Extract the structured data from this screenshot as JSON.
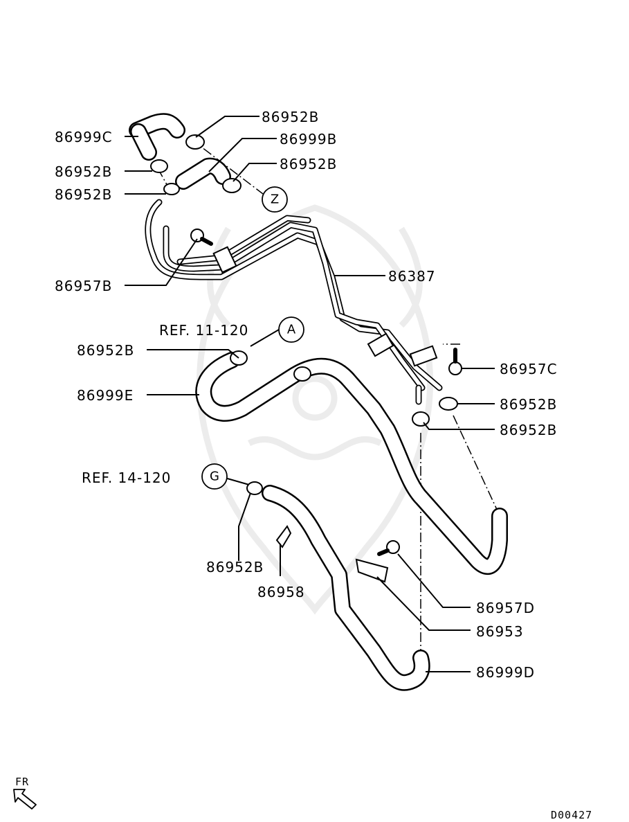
{
  "diagram_code": "D00427",
  "direction_indicator": "FR",
  "ref_labels": [
    {
      "id": "ref-a",
      "text": "REF. 11-120",
      "circle_letter": "A"
    },
    {
      "id": "ref-g",
      "text": "REF. 14-120",
      "circle_letter": "G"
    }
  ],
  "callout_letters": {
    "z": "Z"
  },
  "part_labels": [
    {
      "id": "p1",
      "text": "86952B"
    },
    {
      "id": "p2",
      "text": "86999C"
    },
    {
      "id": "p3",
      "text": "86999B"
    },
    {
      "id": "p4",
      "text": "86952B"
    },
    {
      "id": "p5",
      "text": "86952B"
    },
    {
      "id": "p6",
      "text": "86952B"
    },
    {
      "id": "p7",
      "text": "86387"
    },
    {
      "id": "p8",
      "text": "86957B"
    },
    {
      "id": "p9",
      "text": "86952B"
    },
    {
      "id": "p10",
      "text": "86999E"
    },
    {
      "id": "p11",
      "text": "86957C"
    },
    {
      "id": "p12",
      "text": "86952B"
    },
    {
      "id": "p13",
      "text": "86952B"
    },
    {
      "id": "p14",
      "text": "86952B"
    },
    {
      "id": "p15",
      "text": "86958"
    },
    {
      "id": "p16",
      "text": "86957D"
    },
    {
      "id": "p17",
      "text": "86953"
    },
    {
      "id": "p18",
      "text": "86999D"
    }
  ]
}
